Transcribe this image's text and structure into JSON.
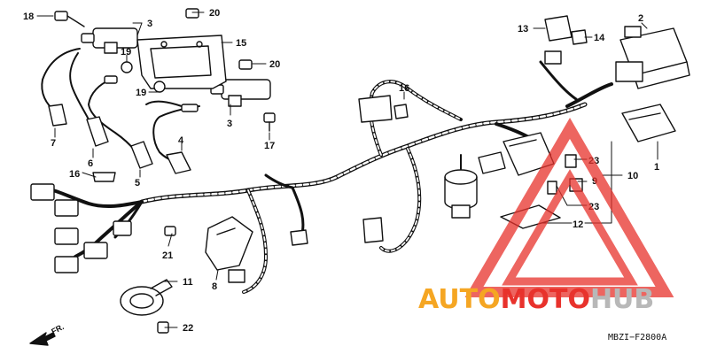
{
  "diagram": {
    "code": "MBZI−F2800A",
    "front_marker": "FR.",
    "callouts": {
      "c1": "1",
      "c2": "2",
      "c3a": "3",
      "c3b": "3",
      "c4": "4",
      "c5": "5",
      "c6": "6",
      "c7": "7",
      "c8": "8",
      "c9": "9",
      "c10": "10",
      "c11": "11",
      "c12": "12",
      "c13": "13",
      "c14": "14",
      "c15": "15",
      "c16a": "16",
      "c16b": "16",
      "c17": "17",
      "c18": "18",
      "c19a": "19",
      "c19b": "19",
      "c20a": "20",
      "c20b": "20",
      "c21": "21",
      "c22": "22",
      "c23a": "23",
      "c23b": "23"
    }
  },
  "watermark": {
    "part1": "AUTO",
    "part2": "MOTO",
    "part3": "HUB",
    "colors": {
      "orange": "#f5a623",
      "red": "#e8322c",
      "gray": "#b8b8b8"
    }
  }
}
